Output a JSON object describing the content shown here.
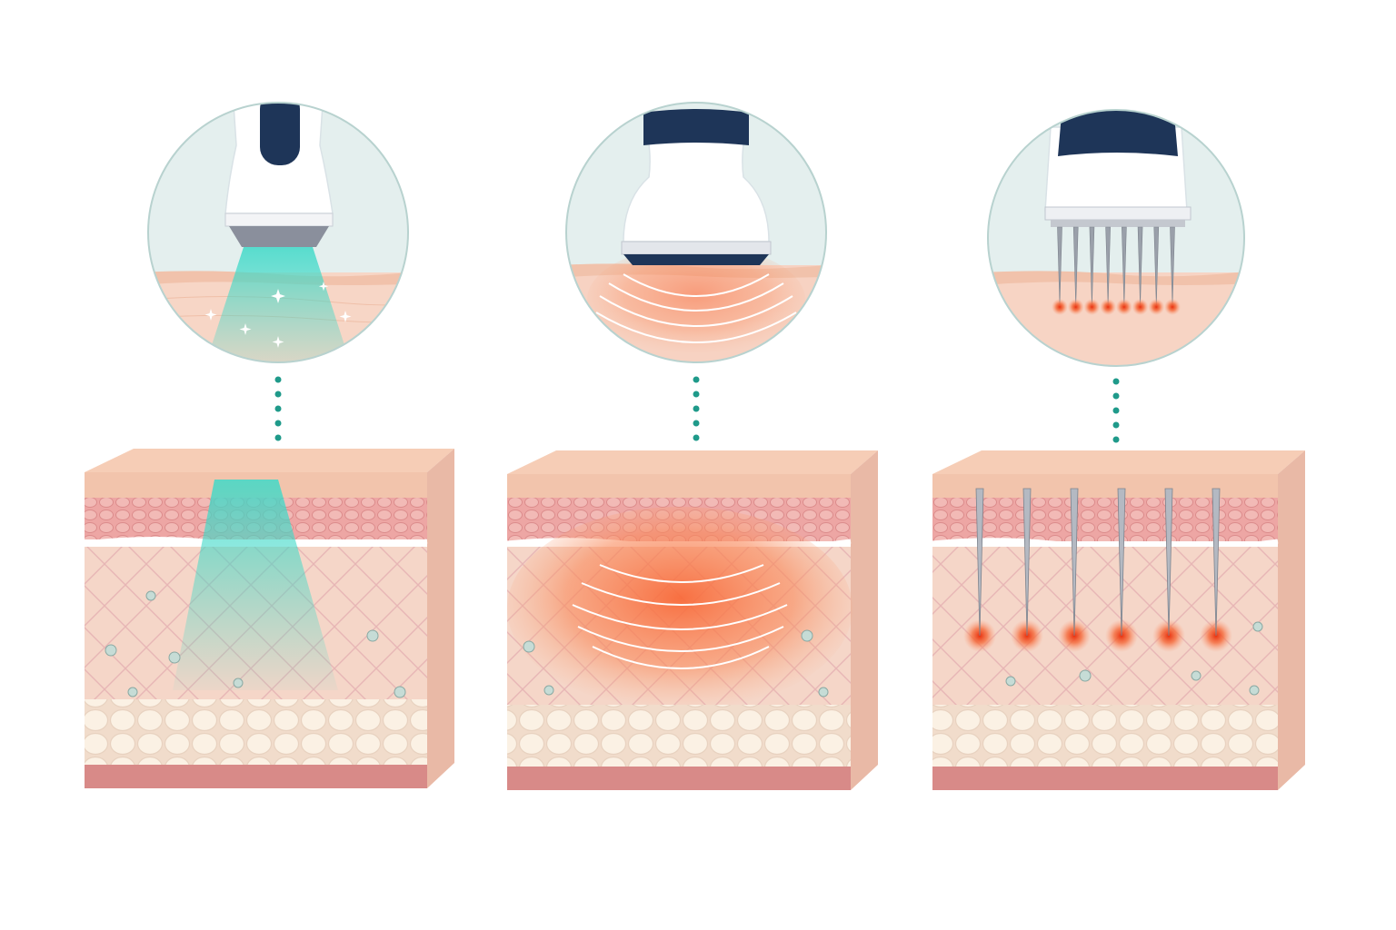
{
  "colors": {
    "background": "#ffffff",
    "circle_fill": "#e4efee",
    "circle_border": "#b8d2cf",
    "connector": "#1f9a8a",
    "handpiece_body": "#ffffff",
    "handpiece_band": "#1e3558",
    "tip_metal": "#8a8f9c",
    "epidermis": "#f2c4ac",
    "dermis_top": "#e79a9a",
    "dermis": "#f3d2c2",
    "fat_cell": "#f8ecdd",
    "hypodermis": "#d88a88",
    "light_beam": "#46d7c6",
    "heat_zone": "#f57a4a",
    "needle_point": "#f04a1a"
  },
  "panels": [
    {
      "treatment": "light",
      "handpiece": "light-handpiece-icon",
      "effect": "light-beam"
    },
    {
      "treatment": "ultrasound",
      "handpiece": "ultrasound-handpiece-icon",
      "effect": "heat-waves"
    },
    {
      "treatment": "microneedling",
      "handpiece": "microneedle-handpiece-icon",
      "effect": "needle-punctures",
      "needles_in_circle": 8,
      "needles_in_block": 6
    }
  ]
}
